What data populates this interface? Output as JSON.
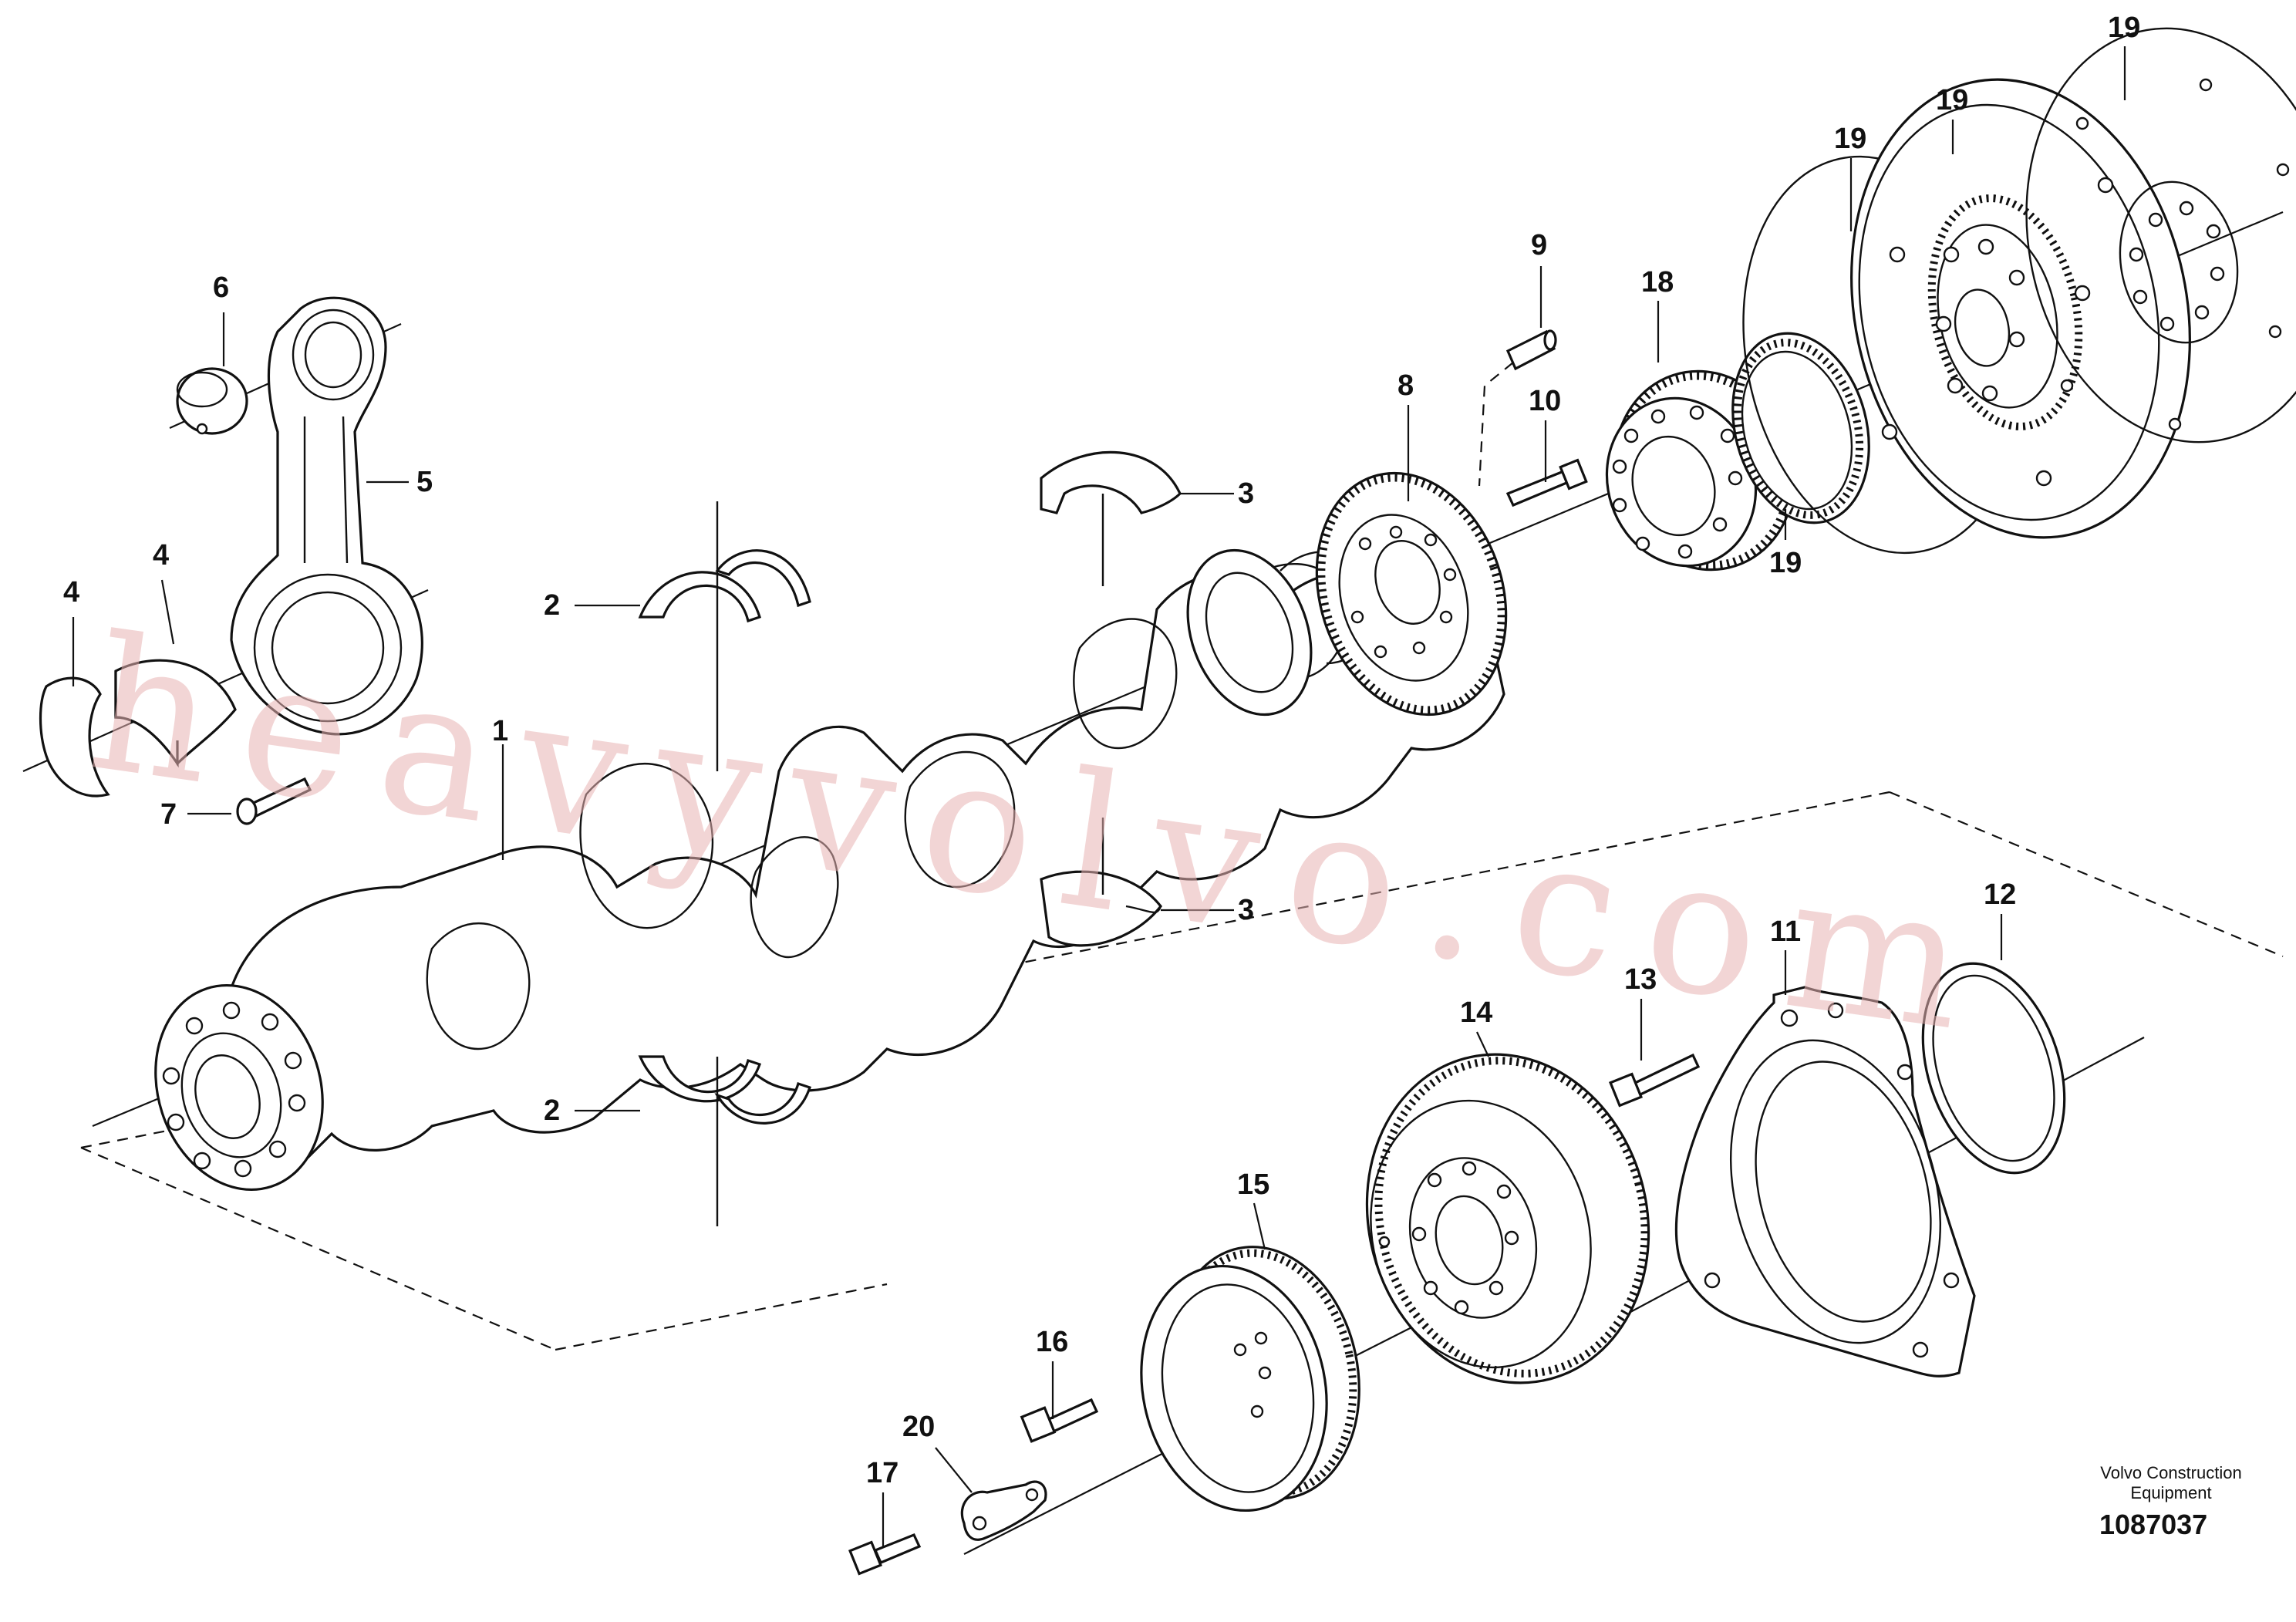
{
  "labels": {
    "l1": "1",
    "l2a": "2",
    "l2b": "2",
    "l3a": "3",
    "l3b": "3",
    "l4a": "4",
    "l4b": "4",
    "l5": "5",
    "l6": "6",
    "l7": "7",
    "l8": "8",
    "l9": "9",
    "l10": "10",
    "l11": "11",
    "l12": "12",
    "l13": "13",
    "l14": "14",
    "l15": "15",
    "l16": "16",
    "l17": "17",
    "l18": "18",
    "l19a": "19",
    "l19b": "19",
    "l19c": "19",
    "l19d": "19",
    "l20": "20"
  },
  "watermark": "heavyvolvo.com",
  "footer": {
    "company_line1": "Volvo Construction",
    "company_line2": "Equipment",
    "drawing_number": "1087037"
  }
}
